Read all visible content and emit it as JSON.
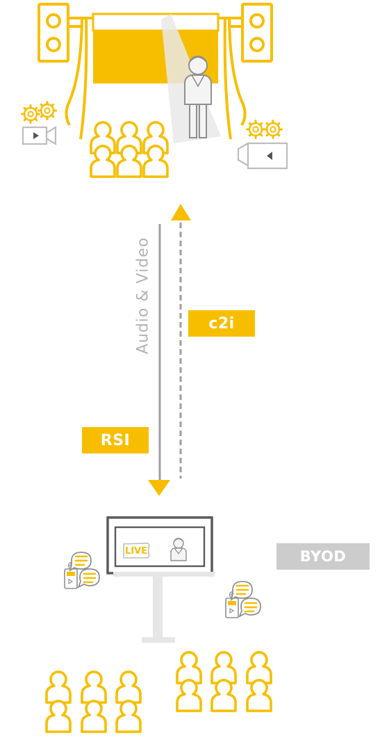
{
  "labels": {
    "audio_video": "Audio & Video",
    "c2i": "c2i",
    "rsi": "RSI",
    "byod": "BYOD",
    "live": "LIVE"
  },
  "colors": {
    "accent": "#F7BE00",
    "accent_fill": "#FFF3C2",
    "line_gray": "#9E9E9E",
    "dark_gray": "#555555",
    "light_gray": "#E4E4E4",
    "badge_gray": "#CCCCCC",
    "text_gray": "#B3B3B3"
  },
  "icons": [
    "speaker-icon",
    "stage-screen-icon",
    "spotlight-icon",
    "presenter-icon",
    "video-camera-icon",
    "gear-icon",
    "audience-icon",
    "arrow-up-icon",
    "arrow-down-icon",
    "display-screen-icon",
    "live-badge-icon",
    "chat-bubble-icon",
    "mobile-device-icon"
  ]
}
